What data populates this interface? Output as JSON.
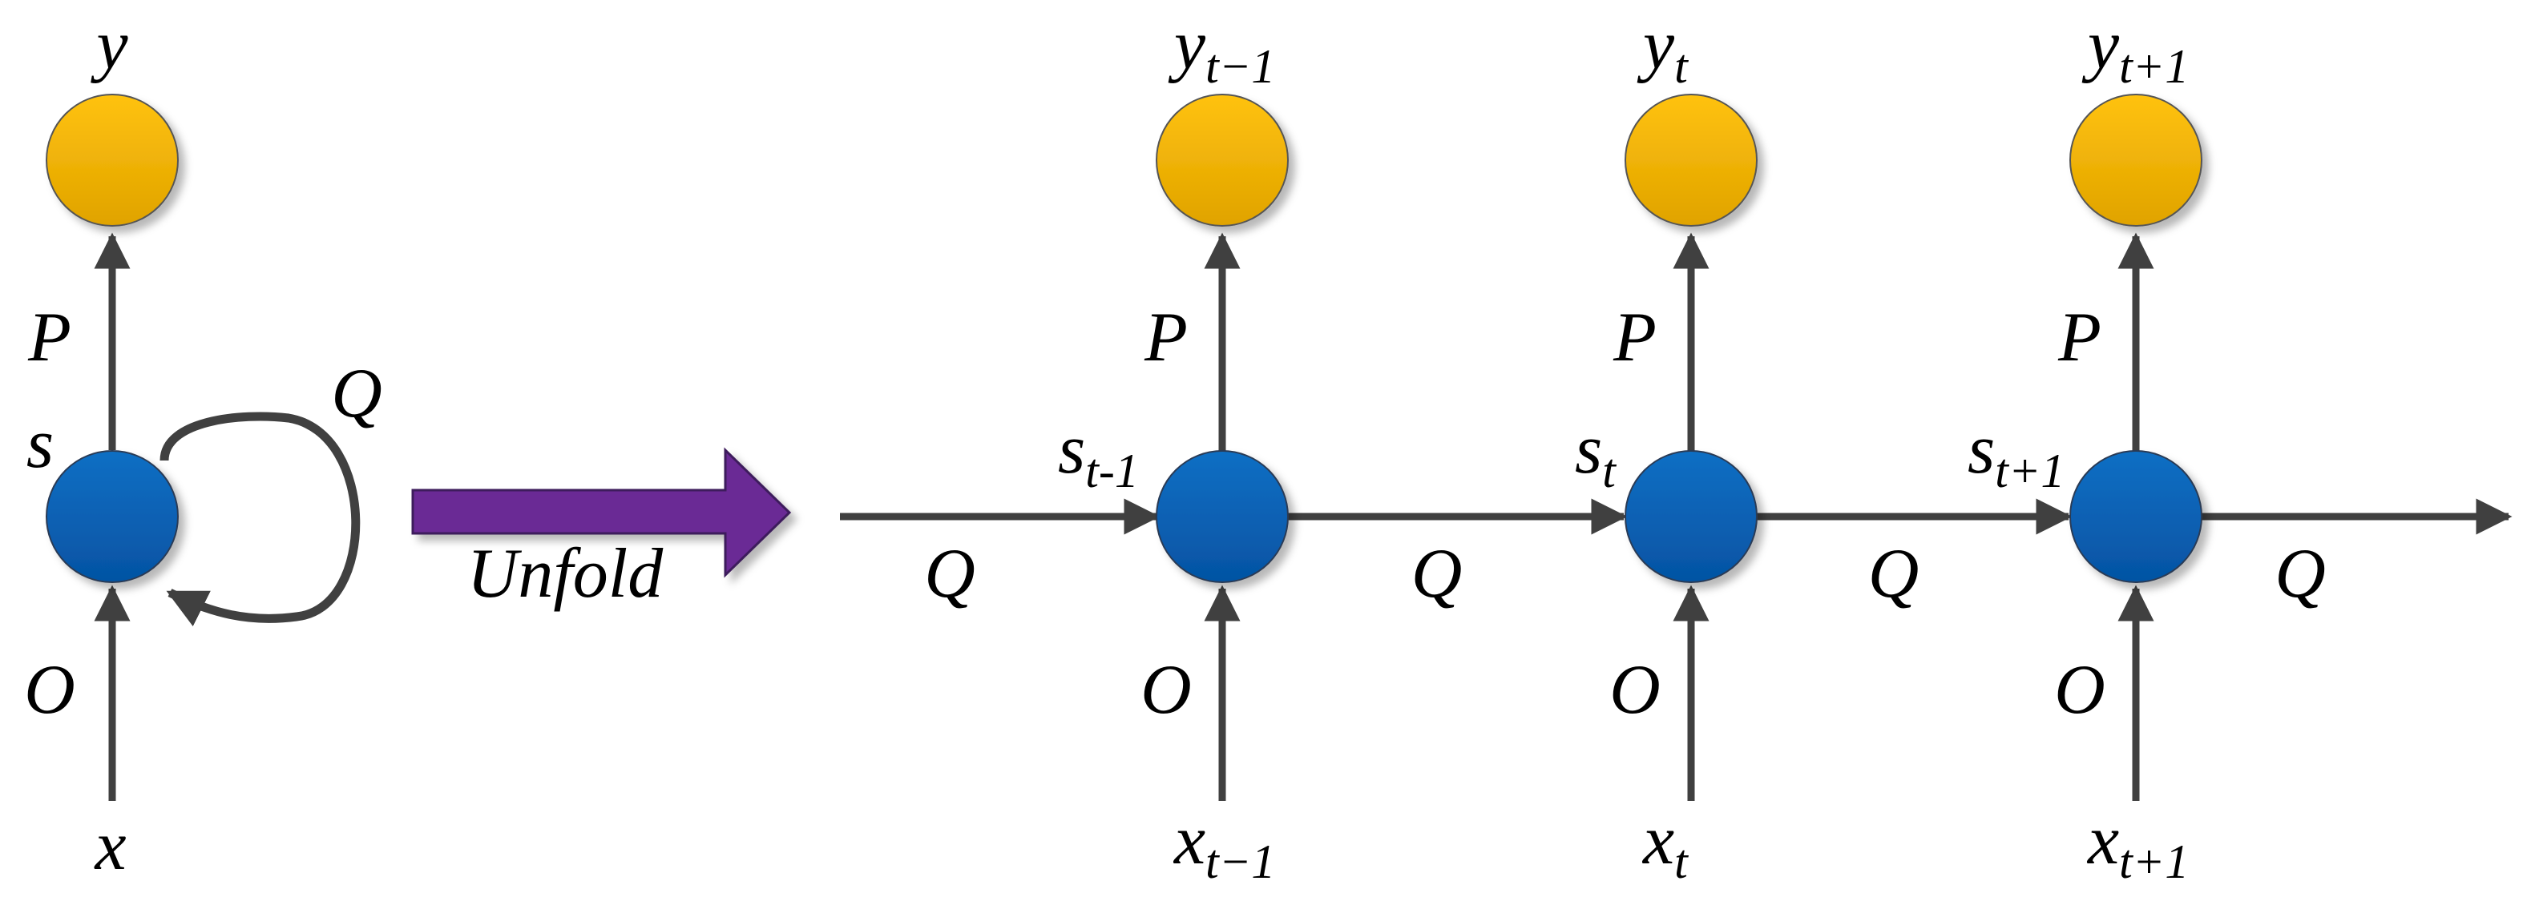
{
  "colors": {
    "output_node": "#f5b800",
    "state_node": "#0a64b8",
    "edge": "#404040",
    "unfold_arrow": "#6a2c95"
  },
  "folded": {
    "output_label": "y",
    "state_label": "s",
    "input_label": "x",
    "output_weight": "P",
    "input_weight": "O",
    "recurrent_weight": "Q"
  },
  "unfold_label": "Unfold",
  "unfolded": {
    "incoming_weight": "Q",
    "steps": [
      {
        "y": "y",
        "y_sub": "t−1",
        "s": "s",
        "s_sub": "t-1",
        "x": "x",
        "x_sub": "t−1",
        "P": "P",
        "O": "O",
        "Q": "Q"
      },
      {
        "y": "y",
        "y_sub": "t",
        "s": "s",
        "s_sub": "t",
        "x": "x",
        "x_sub": "t",
        "P": "P",
        "O": "O",
        "Q": "Q"
      },
      {
        "y": "y",
        "y_sub": "t+1",
        "s": "s",
        "s_sub": "t+1",
        "x": "x",
        "x_sub": "t+1",
        "P": "P",
        "O": "O",
        "Q": "Q"
      }
    ]
  }
}
